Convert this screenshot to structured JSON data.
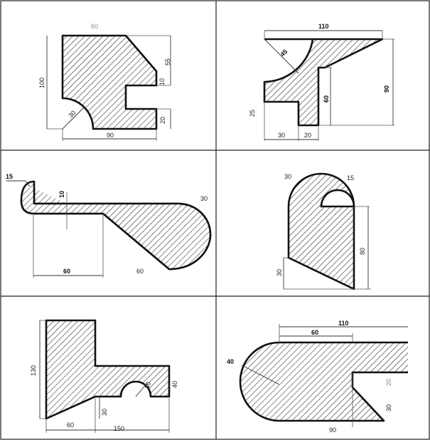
{
  "panels": [
    {
      "id": "top-left",
      "dimensions": [
        "60",
        "55",
        "10",
        "20",
        "100",
        "30",
        "90"
      ]
    },
    {
      "id": "top-right",
      "dimensions": [
        "110",
        "45",
        "90",
        "60",
        "25",
        "30",
        "20"
      ]
    },
    {
      "id": "middle-left",
      "dimensions": [
        "15",
        "10",
        "30",
        "60",
        "60"
      ]
    },
    {
      "id": "middle-right",
      "dimensions": [
        "30",
        "15",
        "80",
        "30"
      ]
    },
    {
      "id": "bottom-left",
      "dimensions": [
        "130",
        "30",
        "40",
        "30",
        "60",
        "150"
      ]
    },
    {
      "id": "bottom-right",
      "dimensions": [
        "110",
        "60",
        "40",
        "20",
        "30",
        "90"
      ]
    }
  ]
}
